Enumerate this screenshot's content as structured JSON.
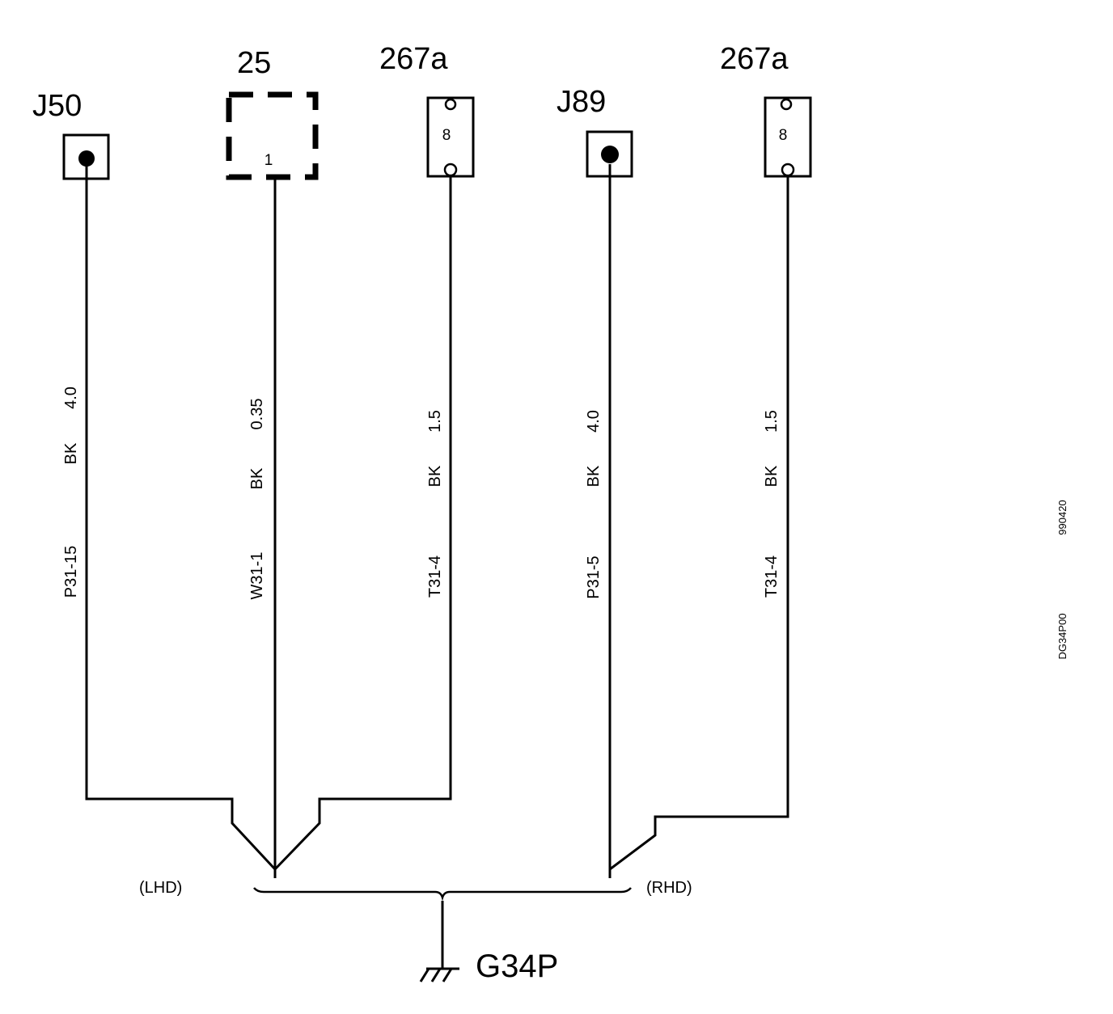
{
  "components": {
    "j50": {
      "name": "J50"
    },
    "c25": {
      "name": "25",
      "pin": "1"
    },
    "c267a_1": {
      "name": "267a",
      "pin": "8"
    },
    "j89": {
      "name": "J89"
    },
    "c267a_2": {
      "name": "267a",
      "pin": "8"
    }
  },
  "wires": {
    "w1": {
      "size": "4.0",
      "color": "BK",
      "id": "P31-15"
    },
    "w2": {
      "size": "0.35",
      "color": "BK",
      "id": "W31-1"
    },
    "w3": {
      "size": "1.5",
      "color": "BK",
      "id": "T31-4"
    },
    "w4": {
      "size": "4.0",
      "color": "BK",
      "id": "P31-5"
    },
    "w5": {
      "size": "1.5",
      "color": "BK",
      "id": "T31-4"
    }
  },
  "variants": {
    "lhd": "(LHD)",
    "rhd": "(RHD)"
  },
  "ground": {
    "name": "G34P"
  },
  "codes": {
    "date": "990420",
    "diagram_id": "DG34P00"
  }
}
